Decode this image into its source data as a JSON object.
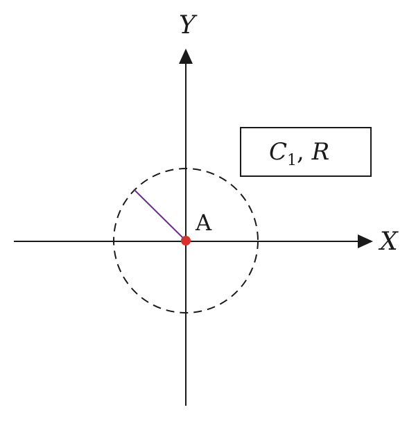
{
  "axes": {
    "x_label": "X",
    "y_label": "Y"
  },
  "origin": {
    "label": "A"
  },
  "legend_box": {
    "c_letter": "C",
    "c_subscript": "1",
    "separator": ", ",
    "r_letter": "R"
  },
  "colors": {
    "radius_line": "#6a2c91",
    "center_point": "#d9302c"
  }
}
